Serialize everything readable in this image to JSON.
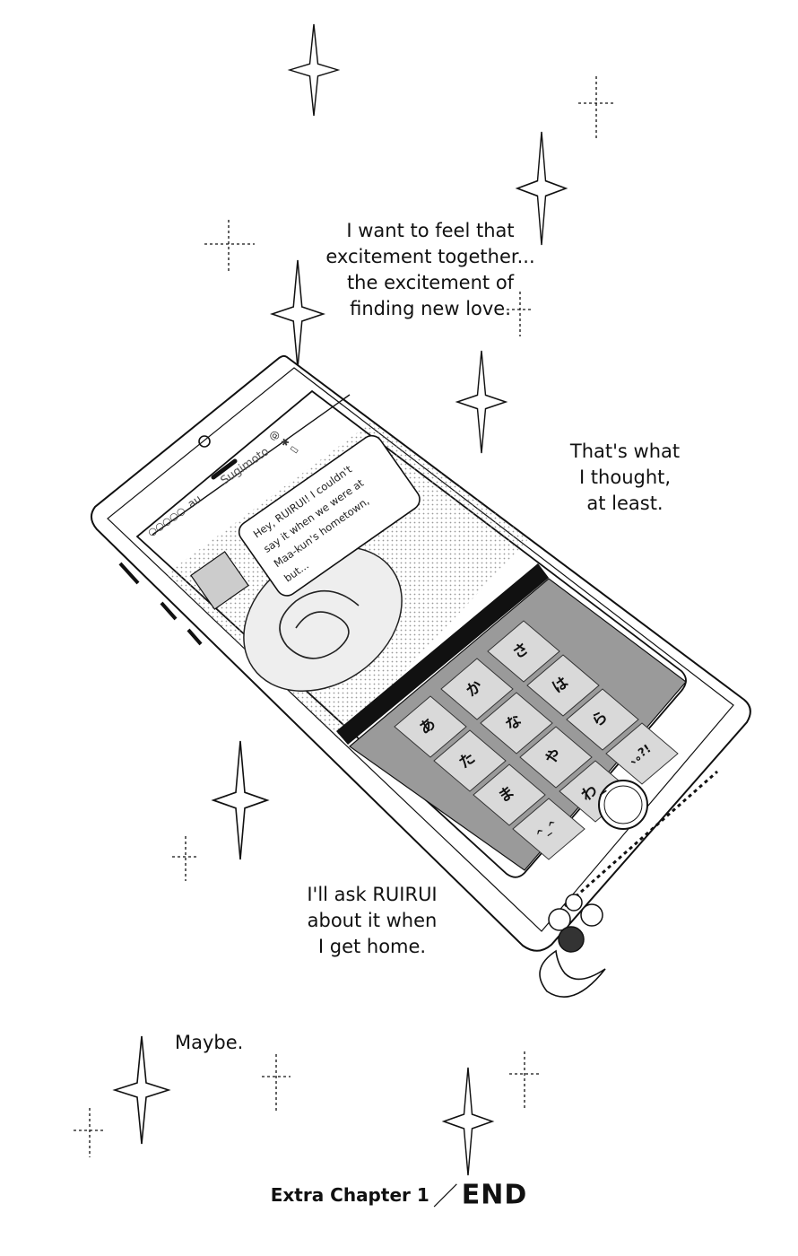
{
  "captions": {
    "top": "I want to feel that\nexcitement together...\nthe excitement of\nfinding new love.",
    "right": "That's what\nI thought,\nat least.",
    "middle": "I'll ask RUIRUI\nabout it when\nI get home.",
    "bottom": "Maybe."
  },
  "phone": {
    "carrier": "au",
    "signal_dots": "○○○○○",
    "status_icons": "@ ✱ ▭",
    "contact_name": "Sugimoto",
    "message": "Hey, RUIRUI! I couldn't\nsay it when we were at\nMaa-kun's hometown,\nbut...",
    "keys": [
      "あ",
      "か",
      "さ",
      "た",
      "な",
      "は",
      "ま",
      "や",
      "ら",
      "^_^",
      "わ_",
      "､｡?!"
    ]
  },
  "footer": {
    "chapter": "Extra Chapter 1",
    "end": "END"
  }
}
